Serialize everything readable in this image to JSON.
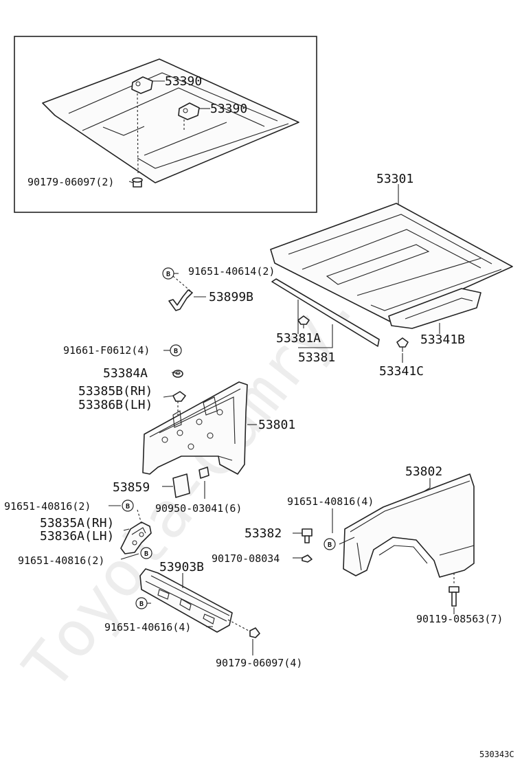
{
  "watermark": "Toyota-Camry.ru",
  "labels": {
    "p53390a": "53390",
    "p53390b": "53390",
    "p9017906097a": "90179-06097(2)",
    "p53301": "53301",
    "p9165140614": "91651-40614(2)",
    "p53899B": "53899B",
    "p53381A": "53381A",
    "p53381": "53381",
    "p53341B": "53341B",
    "p53341C": "53341C",
    "p91661F0612": "91661-F0612(4)",
    "p53384A": "53384A",
    "p53385B": "53385B(RH)",
    "p53386B": "53386B(LH)",
    "p53801": "53801",
    "p53859": "53859",
    "p9095003041": "90950-03041(6)",
    "p9165140816a": "91651-40816(2)",
    "p53835A": "53835A(RH)",
    "p53836A": "53836A(LH)",
    "p9165140816b": "91651-40816(2)",
    "p53903B": "53903B",
    "p9165140616": "91651-40616(4)",
    "p9017906097b": "90179-06097(4)",
    "p53802": "53802",
    "p9165140816c": "91651-40816(4)",
    "p53382": "53382",
    "p9017008034": "90170-08034",
    "p9011908563": "90119-08563(7)"
  },
  "bolt_marker": "B",
  "diagram_code": "530343C",
  "colors": {
    "line": "#222222",
    "paper": "#ffffff"
  }
}
